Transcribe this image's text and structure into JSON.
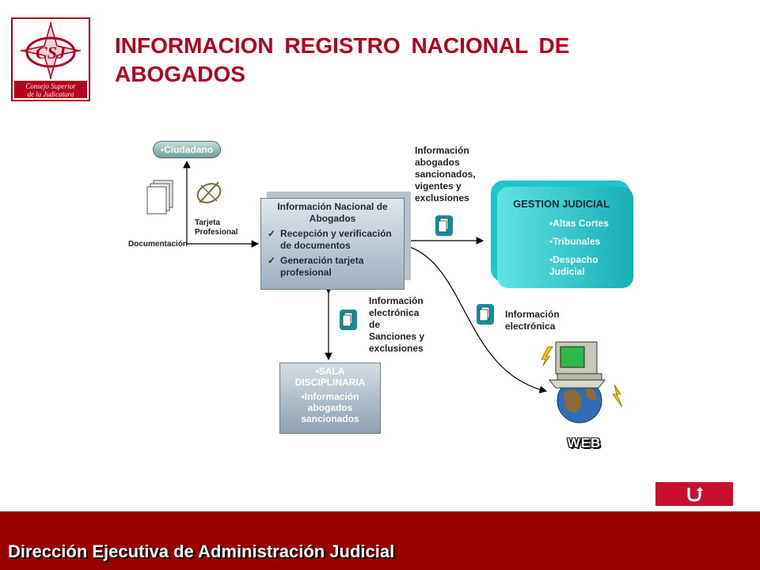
{
  "logo": {
    "main": "CSJ",
    "line1": "Consejo Superior",
    "line2": "de la Judicatura"
  },
  "title": "INFORMACION REGISTRO NACIONAL DE ABOGADOS",
  "ciudadano": "•Ciudadano",
  "documentacion": "Documentación",
  "tarjeta": {
    "line1": "Tarjeta",
    "line2": "Profesional"
  },
  "central": {
    "header": "Información Nacional de Abogados",
    "items": [
      "Recepción y verificación de documentos",
      "Generación tarjeta profesional"
    ]
  },
  "label_top": [
    "Información",
    "abogados",
    "sancionados,",
    "vigentes y",
    "exclusiones"
  ],
  "gestion": {
    "header": "GESTION JUDICIAL",
    "items": [
      "•Altas Cortes",
      "•Tribunales",
      "•Despacho Judicial"
    ]
  },
  "label_sanciones": [
    "Información",
    "electrónica",
    "de",
    "Sanciones y",
    "exclusiones"
  ],
  "label_electronica": [
    "Información",
    "electrónica"
  ],
  "sala": {
    "title": "•SALA DISCIPLINARIA",
    "item": "•Información abogados sancionados"
  },
  "web": "WEB",
  "footer": "Dirección Ejecutiva de Administración Judicial",
  "colors": {
    "title": "#b2001e",
    "footer": "#960000",
    "gestion": "#1ec6c9",
    "back_button": "#c8102e"
  }
}
